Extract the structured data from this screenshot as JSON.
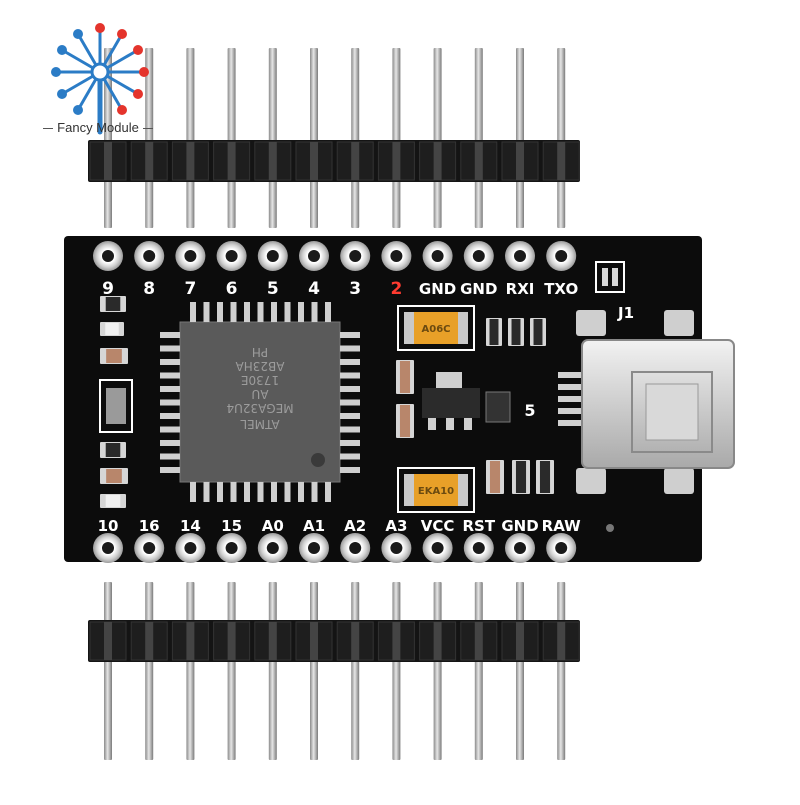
{
  "brand": {
    "name": "Fancy Module",
    "logo_icon": "circuit-tree-icon"
  },
  "board": {
    "top_pin_labels": [
      "9",
      "8",
      "7",
      "6",
      "5",
      "4",
      "3",
      "2",
      "GND",
      "GND",
      "RXI",
      "TXO"
    ],
    "bottom_pin_labels": [
      "10",
      "16",
      "14",
      "15",
      "A0",
      "A1",
      "A2",
      "A3",
      "VCC",
      "RST",
      "GND",
      "RAW"
    ],
    "connector_label": "J1",
    "chip_markings": [
      "ATMEL",
      "MEGA32U4",
      "AU",
      "1730E",
      "AB23HA",
      "PH"
    ],
    "regulator_label": "5",
    "capacitor_top_label": "A06C",
    "capacitor_bottom_label": "EKA10",
    "colors": {
      "pcb": "#0c0c0c",
      "silkscreen": "#ffffff",
      "pad": "#d8d8d8",
      "header_plastic": "#141414",
      "pin_metal": "#bdbdbd",
      "capacitor": "#e8a028",
      "logo_red": "#e4342c",
      "logo_blue": "#2b7cc6"
    }
  }
}
